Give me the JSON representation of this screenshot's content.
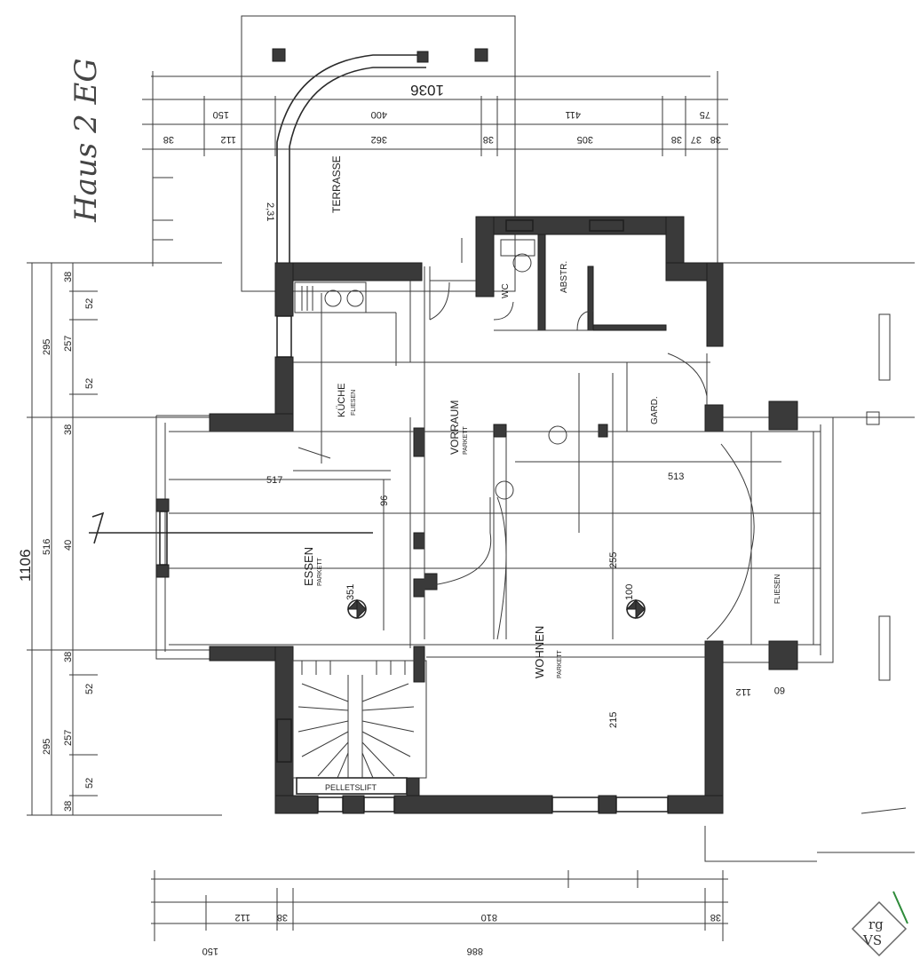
{
  "title": "Haus 2 EG",
  "rooms": {
    "terrasse": "TERRASSE",
    "kueche": "KÜCHE",
    "kueche_floor": "FLIESEN",
    "vorraum": "VORRAUM",
    "vorraum_floor": "PARKETT",
    "essen": "ESSEN",
    "essen_floor": "PARKETT",
    "wohnen": "WOHNEN",
    "wohnen_floor": "PARKETT",
    "fliesen": "FLIESEN",
    "wc": "WC",
    "abstr": "ABSTR.",
    "garderobe": "GARD.",
    "pelletslift": "PELLETSLIFT"
  },
  "dimensions": {
    "top_total": "1036",
    "top_segments": [
      "150",
      "400",
      "411",
      "75"
    ],
    "top_sub_segments": [
      "38",
      "112",
      "362",
      "38",
      "305",
      "38",
      "37",
      "38"
    ],
    "left_total": "1106",
    "left_segments": [
      "295",
      "516",
      "295"
    ],
    "left_sub_segments": [
      "38",
      "52",
      "257",
      "52",
      "38",
      "40",
      "38",
      "52",
      "257",
      "52",
      "38"
    ],
    "bottom_segments": [
      "150",
      "112",
      "38",
      "810",
      "38"
    ],
    "bottom_total": "886",
    "right_labels": [
      "60",
      "112"
    ],
    "levels": [
      "351",
      "100"
    ],
    "misc": [
      "517",
      "513",
      "255",
      "96",
      "215"
    ]
  },
  "logo_text": "rg\nVS"
}
